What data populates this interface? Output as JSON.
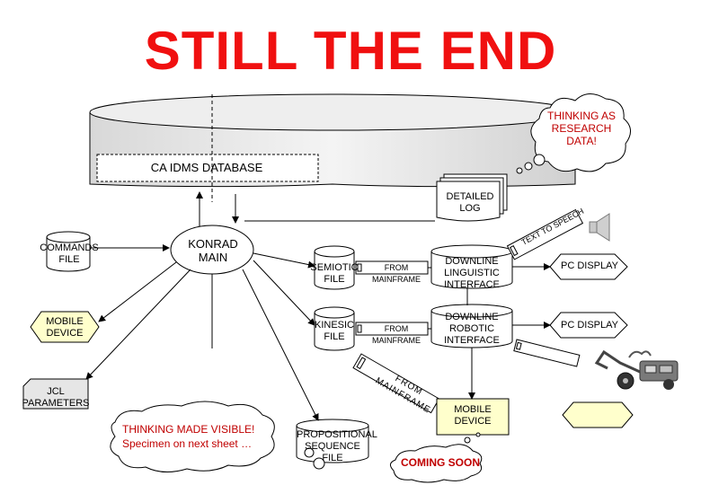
{
  "title": "STILL THE END",
  "thought_cloud": "THINKING AS RESEARCH DATA!",
  "database_label": "CA IDMS DATABASE",
  "detailed_log": "DETAILED LOG",
  "konrad_main": "KONRAD MAIN",
  "commands_file": "COMMANDS FILE",
  "mobile_device_left": "MOBILE DEVICE",
  "jcl_parameters": "JCL PARAMETERS",
  "semiotic_file": "SEMIOTIC FILE",
  "kinesic_file": "KINESIC FILE",
  "from_mainframe_1": "FROM MAINFRAME",
  "from_mainframe_2": "FROM MAINFRAME",
  "from_mainframe_diag": "FROM MAINFRAME",
  "text_to_speech": "TEXT TO SPEECH",
  "downline_linguistic": "DOWNLINE LINGUISTIC INTERFACE",
  "downline_robotic": "DOWNLINE ROBOTIC INTERFACE",
  "pc_display_1": "PC DISPLAY",
  "pc_display_2": "PC DISPLAY",
  "propositional_sequence": "PROPOSITIONAL SEQUENCE FILE",
  "mobile_device_right": "MOBILE DEVICE",
  "thinking_visible": "THINKING MADE VISIBLE! Specimen on next sheet …",
  "coming_soon": "COMING SOON"
}
